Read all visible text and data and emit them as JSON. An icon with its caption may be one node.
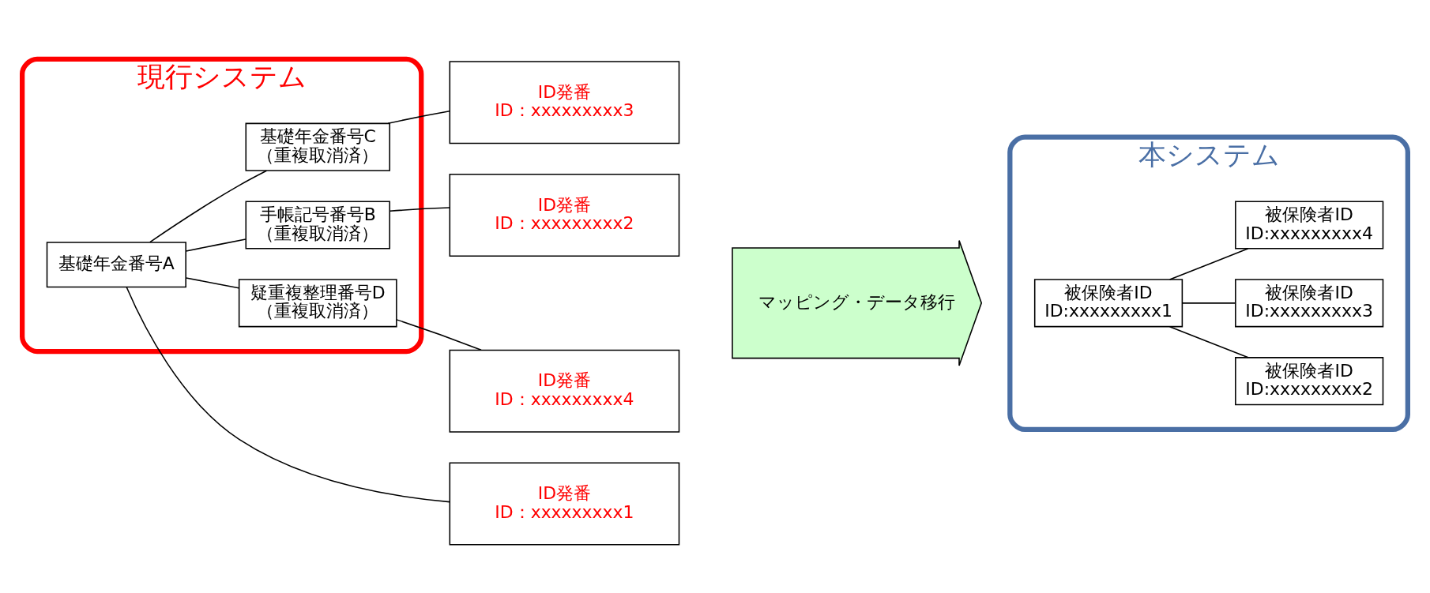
{
  "diagram": {
    "nodes": [
      {
        "text": [
          "現行システム"
        ]
      },
      {
        "text": [
          "基礎年金番号A"
        ],
        "in": 0
      },
      {
        "text": [
          "手帳記号番号B",
          "（重複取消済）"
        ],
        "in": 0
      },
      {
        "text": [
          "基礎年金番号C",
          "（重複取消済）"
        ],
        "in": 0
      },
      {
        "text": [
          "疑重複整理番号D",
          "（重複取消済）"
        ],
        "in": 0
      },
      {
        "text": [
          "ID発番",
          "ID：xxxxxxxxx1"
        ]
      },
      {
        "text": [
          "ID発番",
          "ID：xxxxxxxxx2"
        ]
      },
      {
        "text": [
          "ID発番",
          "ID：xxxxxxxxx3"
        ]
      },
      {
        "text": [
          "ID発番",
          "ID：xxxxxxxxx4"
        ]
      },
      {
        "text": [
          "マッピング・データ移行"
        ]
      },
      {
        "text": [
          "本システム"
        ]
      },
      {
        "text": [
          "被保険者ID",
          "ID:xxxxxxxxx1"
        ],
        "in": 10
      },
      {
        "text": [
          "被保険者ID",
          "ID:xxxxxxxxx2"
        ],
        "in": 10
      },
      {
        "text": [
          "被保険者ID",
          "ID:xxxxxxxxx3"
        ],
        "in": 10
      },
      {
        "text": [
          "被保険者ID",
          "ID:xxxxxxxxx4"
        ],
        "in": 10
      }
    ],
    "edges": [
      {
        "from": 1,
        "to": 2,
        "arrow": "none"
      },
      {
        "from": 1,
        "to": 3,
        "arrow": "none"
      },
      {
        "from": 1,
        "to": 4,
        "arrow": "none"
      },
      {
        "from": 5,
        "to": 1,
        "arrow": "none"
      },
      {
        "from": 6,
        "to": 2,
        "arrow": "none"
      },
      {
        "from": 7,
        "to": 3,
        "arrow": "none"
      },
      {
        "from": 8,
        "to": 4,
        "arrow": "none"
      },
      {
        "from": 11,
        "to": 12,
        "arrow": "none"
      },
      {
        "from": 11,
        "to": 13,
        "arrow": "none"
      },
      {
        "from": 11,
        "to": 14,
        "arrow": "none"
      }
    ]
  }
}
